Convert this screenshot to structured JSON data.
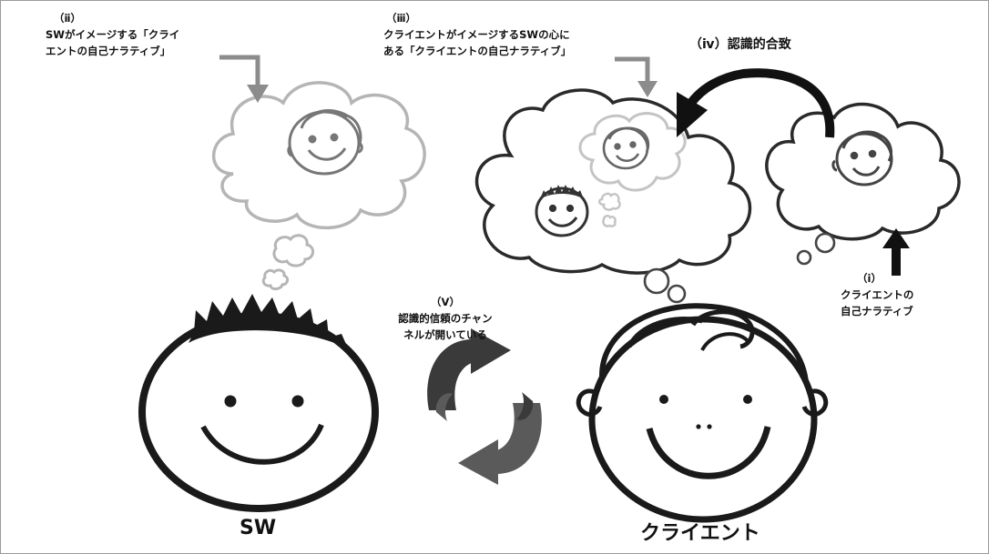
{
  "labels": {
    "ii_num": "（ⅱ）",
    "ii_line1": "SWがイメージする「クライ",
    "ii_line2": "エントの自己ナラティブ」",
    "iii_num": "（ⅲ）",
    "iii_line1": "クライエントがイメージするSWの心に",
    "iii_line2": "ある「クライエントの自己ナラティブ」",
    "iv": "（ⅳ）認識的合致",
    "v_num": "（Ⅴ）",
    "v_line1": "認識的信頼のチャン",
    "v_line2": "ネルが開いている",
    "i_num": "（ⅰ）",
    "i_line1": "クライエントの",
    "i_line2": "自己ナラティブ",
    "sw": "SW",
    "client": "クライエント"
  },
  "colors": {
    "ink": "#1a1a1a",
    "gray": "#8c8c8c",
    "light_gray": "#b8b8b8",
    "swirl_dark": "#3a3a3a",
    "swirl_mid": "#5a5a5a"
  }
}
